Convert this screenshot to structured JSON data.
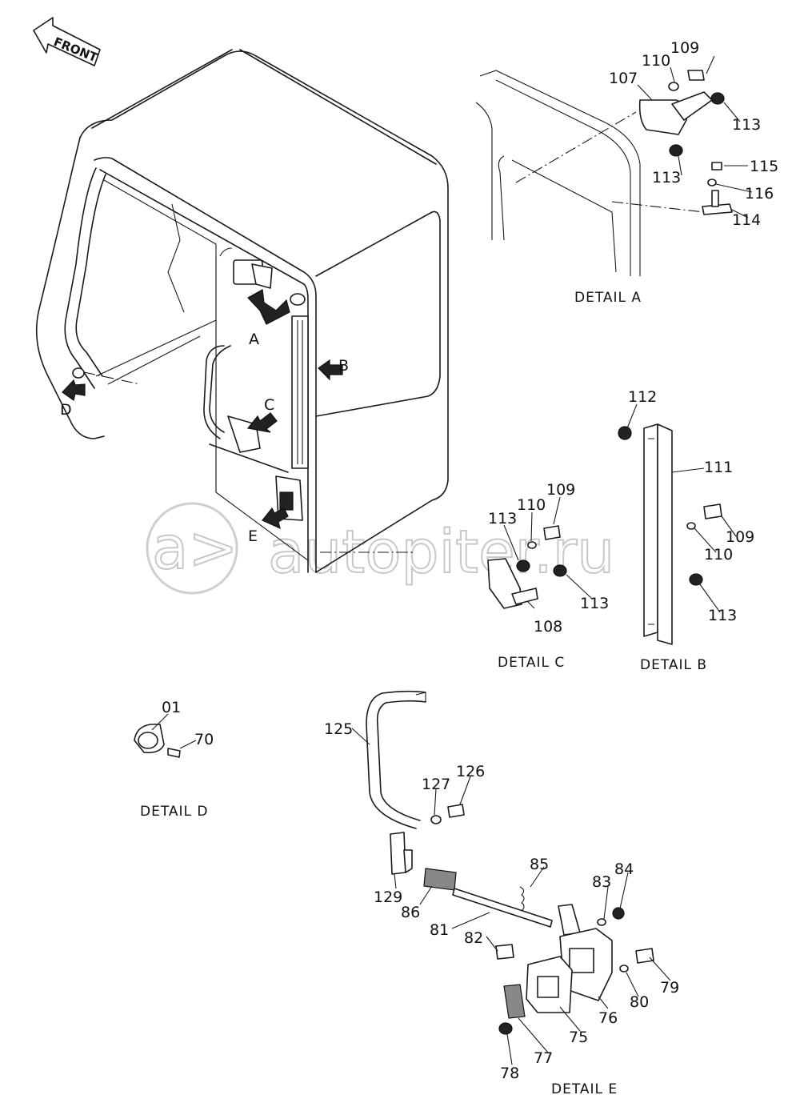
{
  "orientation": {
    "front_label": "FRONT"
  },
  "watermark": {
    "text": "autopiter.ru",
    "logo": "a>"
  },
  "details": {
    "A": {
      "caption": "DETAIL A",
      "labels": [
        "107",
        "109",
        "110",
        "113",
        "113",
        "114",
        "115",
        "116"
      ]
    },
    "B": {
      "caption": "DETAIL B",
      "labels": [
        "112",
        "111",
        "109",
        "110",
        "113"
      ]
    },
    "C": {
      "caption": "DETAIL C",
      "labels": [
        "109",
        "110",
        "113",
        "108",
        "113"
      ]
    },
    "D": {
      "caption": "DETAIL D",
      "labels": [
        "01",
        "70"
      ]
    },
    "E": {
      "caption": "DETAIL E",
      "labels": [
        "125",
        "126",
        "127",
        "129",
        "86",
        "85",
        "81",
        "82",
        "83",
        "84",
        "79",
        "80",
        "76",
        "75",
        "77",
        "78"
      ]
    }
  },
  "callouts": [
    "A",
    "B",
    "C",
    "D",
    "E"
  ]
}
